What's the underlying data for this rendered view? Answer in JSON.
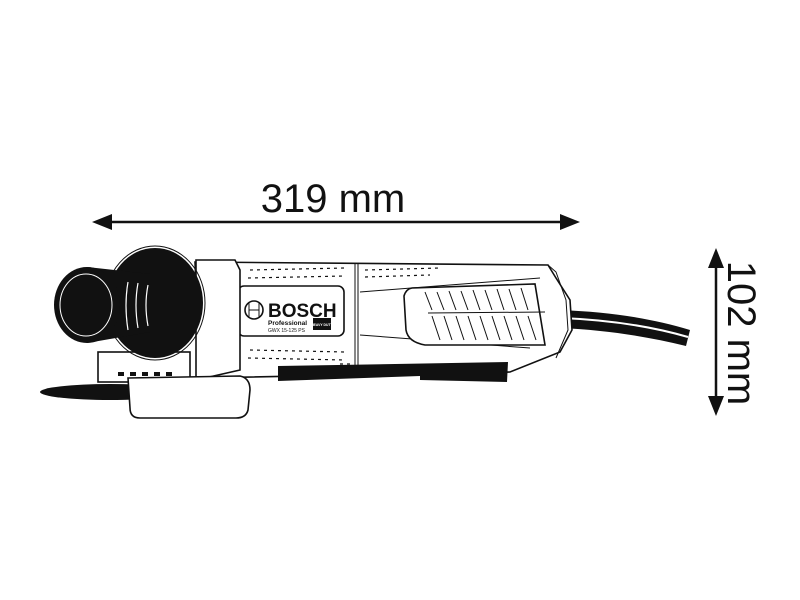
{
  "dimensions": {
    "length": {
      "value": 319,
      "unit": "mm",
      "label": "319 mm"
    },
    "height": {
      "value": 102,
      "unit": "mm",
      "label": "102 mm"
    }
  },
  "product": {
    "brand": "BOSCH",
    "line": "Professional",
    "model": "GWX 15-125 PS",
    "badge": "HEAVY DUTY"
  },
  "colors": {
    "line": "#111111",
    "background": "#ffffff"
  }
}
